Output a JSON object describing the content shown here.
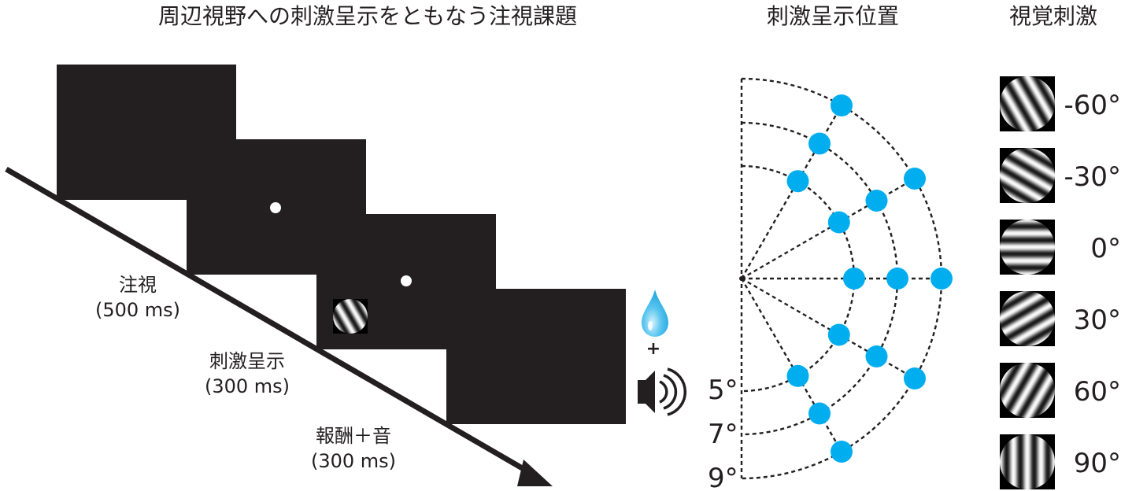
{
  "titles": {
    "task": "周辺視野への刺激呈示をともなう注視課題",
    "positions": "刺激呈示位置",
    "stimuli": "視覚刺激"
  },
  "phases": [
    {
      "name": "注視",
      "duration": "(500 ms)"
    },
    {
      "name": "刺激呈示",
      "duration": "(300 ms)"
    },
    {
      "name": "報酬＋音",
      "duration": "(300 ms)"
    }
  ],
  "reward": {
    "plus": "+"
  },
  "eccentricity_labels": [
    "5°",
    "7°",
    "9°"
  ],
  "eccentricities_deg": [
    5,
    7,
    9
  ],
  "polar_angles_deg": [
    -60,
    -30,
    0,
    30,
    60
  ],
  "grating_orientations": [
    {
      "angle": -60,
      "label": "-60°"
    },
    {
      "angle": -30,
      "label": "-30°"
    },
    {
      "angle": 0,
      "label": "0°"
    },
    {
      "angle": 30,
      "label": "30°"
    },
    {
      "angle": 60,
      "label": "60°"
    },
    {
      "angle": 90,
      "label": "90°"
    }
  ],
  "colors": {
    "screen": "#231f20",
    "ink": "#231f20",
    "dot": "#00aeef",
    "drop_light": "#7fd3f5",
    "drop_dark": "#1ba8e0"
  }
}
